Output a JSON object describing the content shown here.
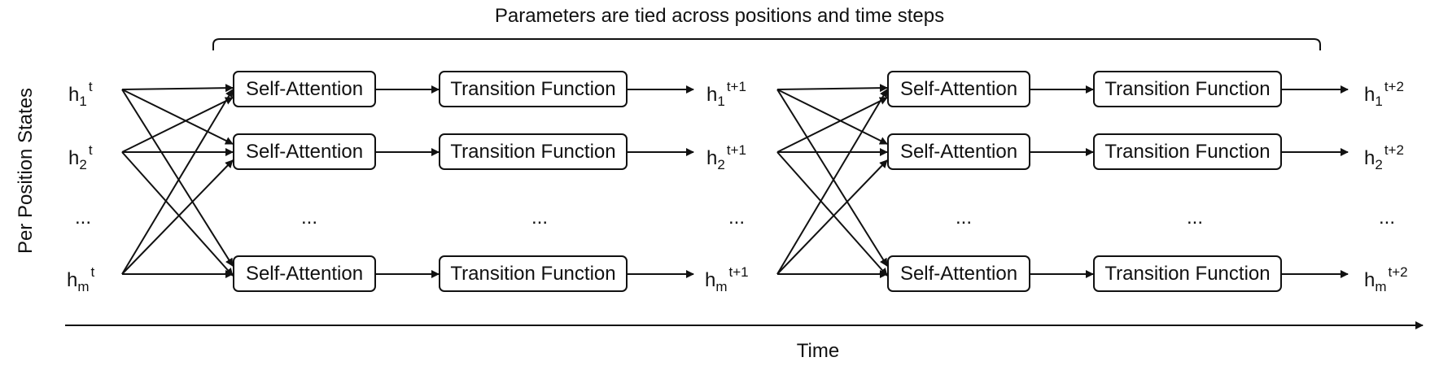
{
  "title": "Parameters are tied across positions and time steps",
  "y_axis_label": "Per Position States",
  "x_axis_label": "Time",
  "self_attention_label": "Self-Attention",
  "transition_label": "Transition Function",
  "ellipsis": "...",
  "states": {
    "t": [
      {
        "base": "h",
        "sub": "1",
        "sup": "t"
      },
      {
        "base": "h",
        "sub": "2",
        "sup": "t"
      },
      {
        "base": "h",
        "sub": "m",
        "sup": "t"
      }
    ],
    "t1": [
      {
        "base": "h",
        "sub": "1",
        "sup": "t+1"
      },
      {
        "base": "h",
        "sub": "2",
        "sup": "t+1"
      },
      {
        "base": "h",
        "sub": "m",
        "sup": "t+1"
      }
    ],
    "t2": [
      {
        "base": "h",
        "sub": "1",
        "sup": "t+2"
      },
      {
        "base": "h",
        "sub": "2",
        "sup": "t+2"
      },
      {
        "base": "h",
        "sub": "m",
        "sup": "t+2"
      }
    ]
  }
}
